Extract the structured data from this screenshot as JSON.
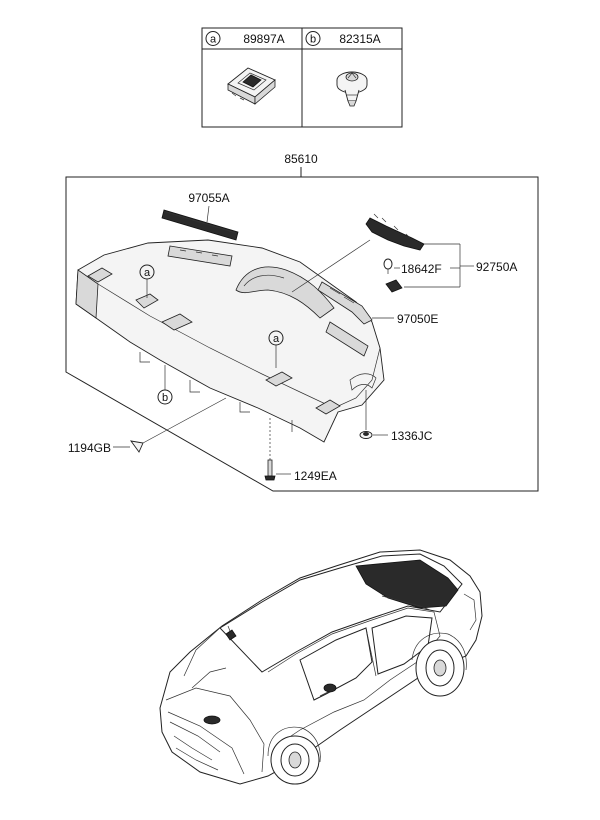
{
  "legend": {
    "cells": [
      {
        "letter": "a",
        "part_no": "89897A"
      },
      {
        "letter": "b",
        "part_no": "82315A"
      }
    ]
  },
  "assembly": {
    "main_part_no": "85610"
  },
  "callouts": {
    "c97055A": "97055A",
    "c18642F": "18642F",
    "c92750A": "92750A",
    "c97050E": "97050E",
    "c1336JC": "1336JC",
    "c1194GB": "1194GB",
    "c1249EA": "1249EA",
    "marker_a": "a",
    "marker_b": "b"
  }
}
